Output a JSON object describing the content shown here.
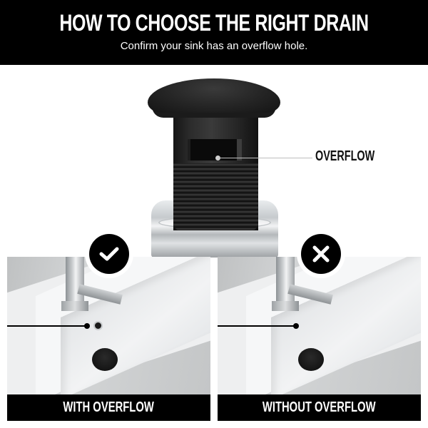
{
  "header": {
    "title": "HOW TO CHOOSE THE RIGHT DRAIN",
    "subtitle": "Confirm your sink has an overflow hole."
  },
  "product": {
    "name": "pop-up drain",
    "color": "#1f1f1f",
    "callout_label": "OVERFLOW"
  },
  "panels": [
    {
      "label": "WITH OVERFLOW",
      "badge_icon": "check-icon",
      "has_overflow_hole": true
    },
    {
      "label": "WITHOUT OVERFLOW",
      "badge_icon": "cross-icon",
      "has_overflow_hole": false
    }
  ],
  "colors": {
    "header_bg": "#000000",
    "label_bg": "#000000",
    "text_on_dark": "#ffffff",
    "callout_line": "#bdbdbd"
  }
}
